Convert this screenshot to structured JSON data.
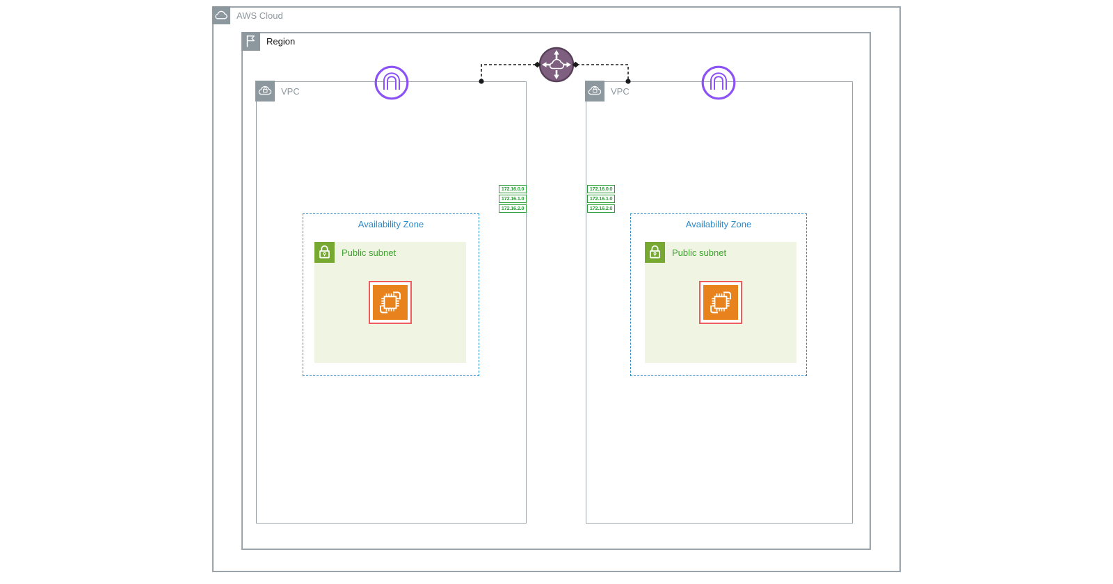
{
  "colors": {
    "container_border": "#9AA4AA",
    "container_label": "#8C979E",
    "icon_box_bg": "#8C979E",
    "region_label": "#1A1A1A",
    "az_blue": "#2E8BC9",
    "subnet_bg": "#F0F4E3",
    "subnet_icon_green": "#76A832",
    "subnet_label_green": "#3FA32E",
    "cidr_green": "#2D9E37",
    "ec2_orange": "#E8821D",
    "selection_red": "#F15B5B",
    "tgw_fill": "#7E5F80",
    "tgw_border": "#584059",
    "vpc_icon_purple": "#8C52F5",
    "connector_black": "#1A1A1A"
  },
  "aws_cloud": {
    "label": "AWS Cloud",
    "icon": "aws-cloud-icon"
  },
  "region": {
    "label": "Region",
    "icon": "region-flag-icon"
  },
  "transit_gateway": {
    "icon": "transit-gateway-icon",
    "connector": "dashed"
  },
  "vpcs": [
    {
      "label": "VPC",
      "icon": "vpc-cloud-lock-icon",
      "gateway_icon": "virtual-private-cloud-icon",
      "availability_zone": {
        "label": "Availability Zone"
      },
      "public_subnet": {
        "label": "Public subnet",
        "icon": "public-subnet-lock-icon"
      },
      "instance_icon": "ec2-instances-icon",
      "cidr_labels": [
        "172.16.0.0",
        "172.16.1.0",
        "172.16.2.0"
      ]
    },
    {
      "label": "VPC",
      "icon": "vpc-cloud-lock-icon",
      "gateway_icon": "virtual-private-cloud-icon",
      "availability_zone": {
        "label": "Availability Zone"
      },
      "public_subnet": {
        "label": "Public subnet",
        "icon": "public-subnet-lock-icon"
      },
      "instance_icon": "ec2-instances-icon",
      "cidr_labels": [
        "172.16.0.0",
        "172.16.1.0",
        "172.16.2.0"
      ]
    }
  ]
}
